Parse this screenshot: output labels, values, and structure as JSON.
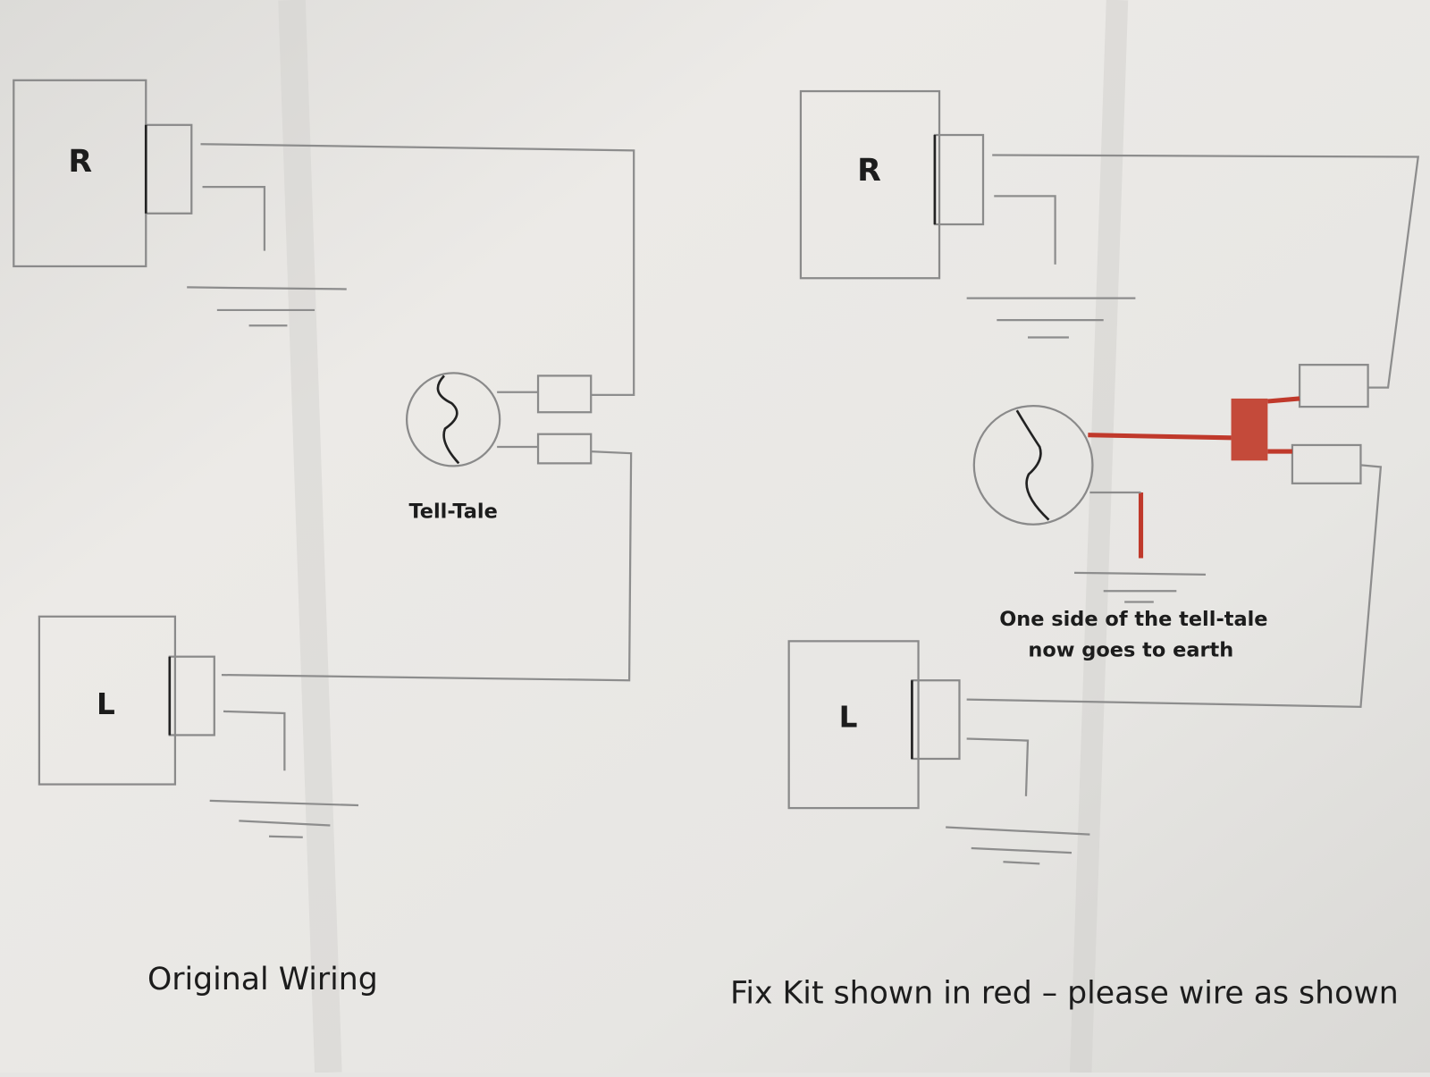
{
  "colors": {
    "paper": "#e6e5e3",
    "wire": "#8d8d8d",
    "fix_kit": "#c0392b",
    "text": "#1c1c1c"
  },
  "original": {
    "right_lamp_label": "R",
    "left_lamp_label": "L",
    "telltale_label": "Tell-Tale",
    "caption": "Original Wiring"
  },
  "fix": {
    "right_lamp_label": "R",
    "left_lamp_label": "L",
    "note_line1": "One side of the tell-tale",
    "note_line2": "now goes to earth",
    "caption": "Fix Kit shown in red – please wire as shown"
  }
}
